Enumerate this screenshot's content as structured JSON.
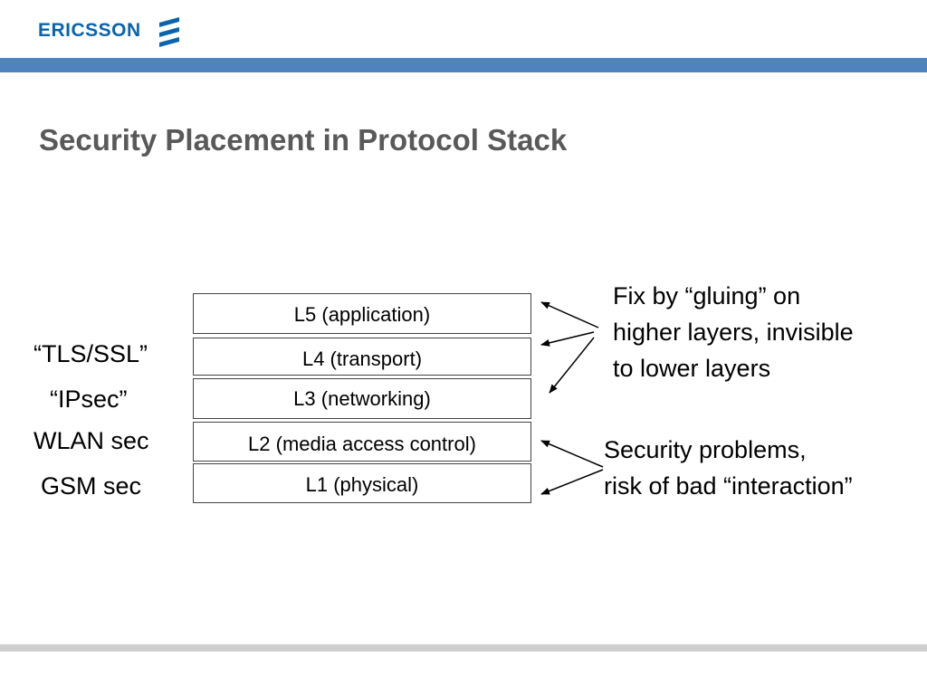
{
  "logo": {
    "text": "ERICSSON",
    "mark_icon": "ericsson-logo-mark",
    "color": "#0a64ad"
  },
  "colors": {
    "top_bar": "#4f83bd",
    "bottom_bar": "#cfcfcf",
    "title": "#595959"
  },
  "title": "Security Placement in Protocol Stack",
  "stack": {
    "layers": [
      {
        "id": "l5",
        "label": "L5 (application)"
      },
      {
        "id": "l4",
        "label": "L4 (transport)"
      },
      {
        "id": "l3",
        "label": "L3 (networking)"
      },
      {
        "id": "l2",
        "label": "L2 (media access control)"
      },
      {
        "id": "l1",
        "label": "L1 (physical)"
      }
    ]
  },
  "side_labels": {
    "tls": "“TLS/SSL”",
    "ipsec": "“IPsec”",
    "wlan": "WLAN sec",
    "gsm": "GSM sec"
  },
  "notes": {
    "fix": {
      "lines": [
        "Fix by “gluing” on",
        "higher layers, invisible",
        "to lower layers"
      ]
    },
    "problems": {
      "lines": [
        "Security problems,",
        "risk of bad “interaction”"
      ]
    }
  }
}
